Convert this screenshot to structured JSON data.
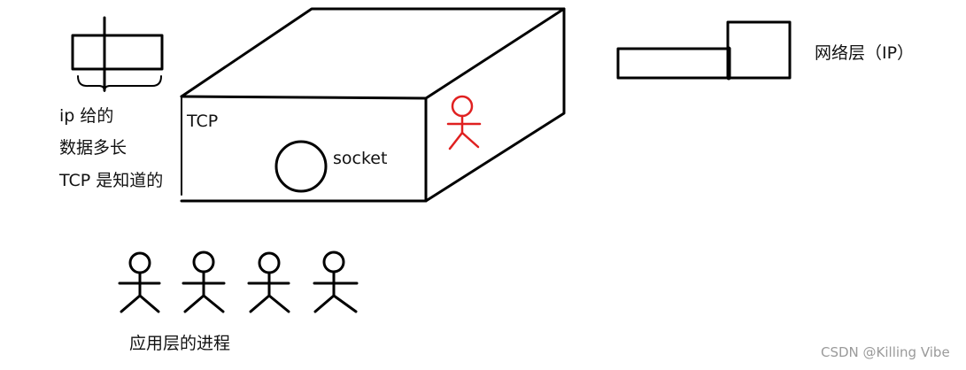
{
  "labels": {
    "note_line1": "ip 给的",
    "note_line2": "数据多长",
    "note_line3": "TCP 是知道的",
    "tcp": "TCP",
    "socket": "socket",
    "network_layer": "网络层（IP）",
    "app_processes": "应用层的进程"
  },
  "watermark": "CSDN @Killing Vibe",
  "colors": {
    "ink": "#000000",
    "highlight": "#e02020",
    "watermark": "#9a9a9a"
  }
}
